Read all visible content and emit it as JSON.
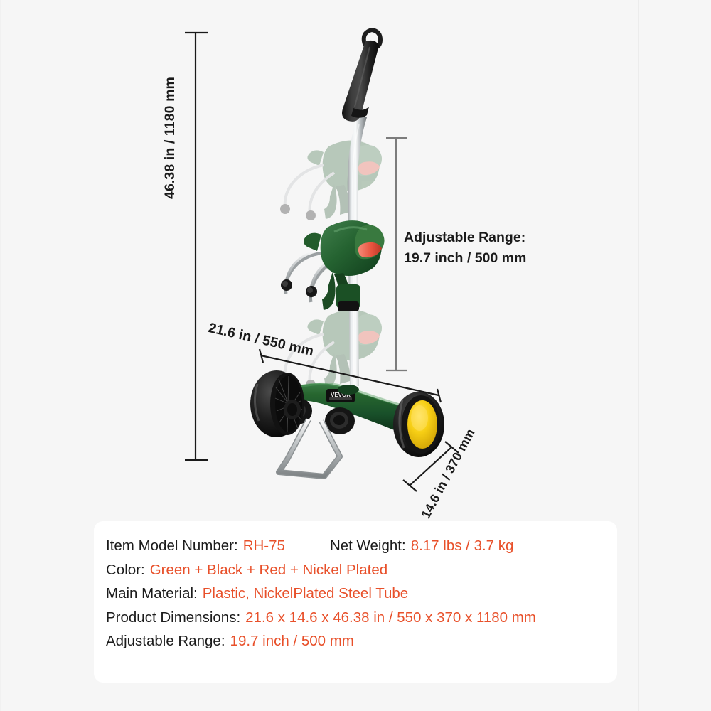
{
  "product": {
    "brand_badge": "VEVOR",
    "colors": {
      "body_green": "#1e5b2e",
      "body_green_dark": "#123a1d",
      "wheel_black": "#1a1a1a",
      "hub_yellow": "#f5d117",
      "accent_red": "#e8543f",
      "chrome": "#c9ccce",
      "grip_black": "#232323"
    }
  },
  "dimensions": {
    "height_label": "46.38 in / 1180 mm",
    "width_label": "21.6 in / 550 mm",
    "depth_label": "14.6 in / 370 mm",
    "adjustable_title": "Adjustable Range:",
    "adjustable_value": "19.7 inch / 500 mm"
  },
  "spec_card": {
    "accent_color": "#e8502a",
    "rows": [
      {
        "pairs": [
          {
            "key": "Item Model Number:",
            "value": "RH-75"
          },
          {
            "key": "Net Weight:",
            "value": "8.17 lbs / 3.7 kg"
          }
        ]
      },
      {
        "pairs": [
          {
            "key": "Color:",
            "value": "Green + Black + Red + Nickel Plated"
          }
        ]
      },
      {
        "pairs": [
          {
            "key": "Main Material:",
            "value": "Plastic, NickelPlated Steel Tube"
          }
        ]
      },
      {
        "pairs": [
          {
            "key": "Product Dimensions:",
            "value": "21.6 x 14.6 x 46.38 in / 550 x 370 x 1180 mm"
          }
        ]
      },
      {
        "pairs": [
          {
            "key": "Adjustable Range:",
            "value": "19.7 inch / 500 mm"
          }
        ]
      }
    ]
  }
}
